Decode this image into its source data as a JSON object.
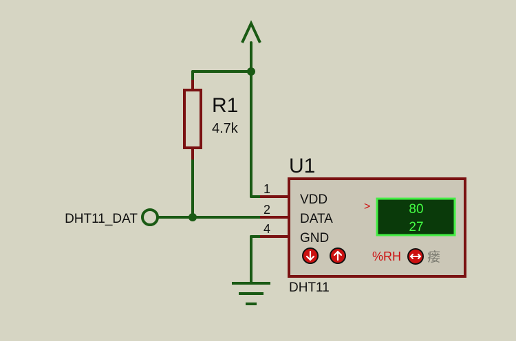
{
  "resistor": {
    "ref": "R1",
    "value": "4.7k"
  },
  "component": {
    "ref": "U1",
    "part": "DHT11",
    "pins": [
      {
        "number": "1",
        "name": "VDD"
      },
      {
        "number": "2",
        "name": "DATA"
      },
      {
        "number": "4",
        "name": "GND"
      }
    ],
    "display": {
      "indicator": ">",
      "humidity": "80",
      "temperature": "27",
      "mode_label": "%RH",
      "unit_glyph": "瘘"
    },
    "buttons": [
      {
        "icon": "arrow-down-icon"
      },
      {
        "icon": "arrow-up-icon"
      },
      {
        "icon": "toggle-arrows-icon"
      }
    ]
  },
  "net_label": "DHT11_DAT",
  "colors": {
    "background": "#d6d5c3",
    "wire": "#1a5a14",
    "component_outline": "#7a1212",
    "lcd_background": "#0a3a0a",
    "lcd_text": "#44ff44",
    "button_red": "#cc1111"
  }
}
